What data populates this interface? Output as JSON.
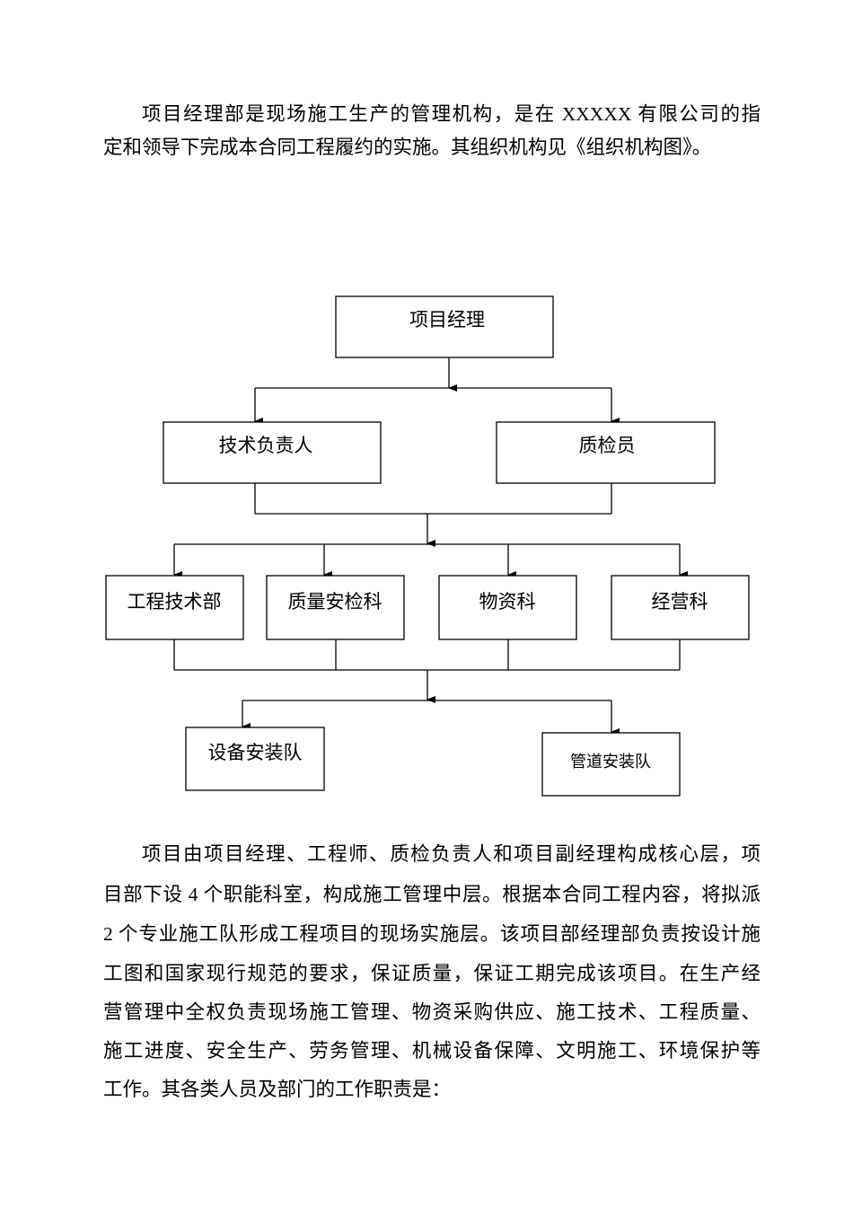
{
  "intro_lines": [
    "项目经理部是现场施工生产的管理机构，是在 XXXXX 有限公司的指",
    "定和领导下完成本合同工程履约的实施。其组织机构见《组织机构图》。"
  ],
  "org_chart": {
    "top": "项目经理",
    "level2": [
      "技术负责人",
      "质检员"
    ],
    "level3": [
      "工程技术部",
      "质量安检科",
      "物资科",
      "经营科"
    ],
    "level4": [
      "设备安装队",
      "管道安装队"
    ]
  },
  "body_lines": [
    "项目由项目经理、工程师、质检负责人和项目副经理构成核心层，项",
    "目部下设 4 个职能科室，构成施工管理中层。根据本合同工程内容，将拟派",
    "2 个专业施工队形成工程项目的现场实施层。该项目部经理部负责按设计施",
    "工图和国家现行规范的要求，保证质量，保证工期完成该项目。在生产经",
    "营管理中全权负责现场施工管理、物资采购供应、施工技术、工程质量、",
    "施工进度、安全生产、劳务管理、机械设备保障、文明施工、环境保护等",
    "工作。其各类人员及部门的工作职责是："
  ]
}
